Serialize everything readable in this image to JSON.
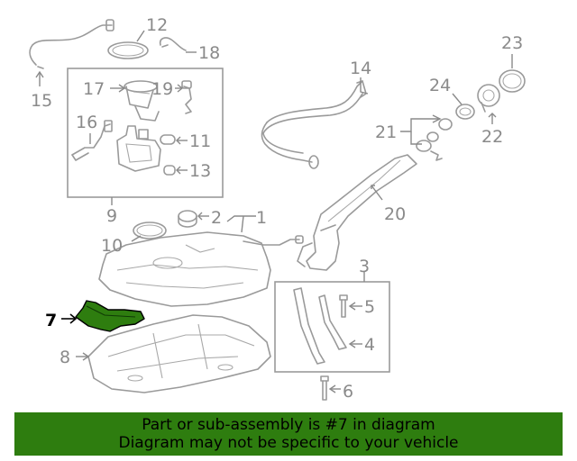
{
  "callouts": [
    {
      "id": "1",
      "label": "1"
    },
    {
      "id": "2",
      "label": "2"
    },
    {
      "id": "3",
      "label": "3"
    },
    {
      "id": "4",
      "label": "4"
    },
    {
      "id": "5",
      "label": "5"
    },
    {
      "id": "6",
      "label": "6"
    },
    {
      "id": "7",
      "label": "7"
    },
    {
      "id": "8",
      "label": "8"
    },
    {
      "id": "9",
      "label": "9"
    },
    {
      "id": "10",
      "label": "10"
    },
    {
      "id": "11",
      "label": "11"
    },
    {
      "id": "12",
      "label": "12"
    },
    {
      "id": "13",
      "label": "13"
    },
    {
      "id": "14",
      "label": "14"
    },
    {
      "id": "15",
      "label": "15"
    },
    {
      "id": "16",
      "label": "16"
    },
    {
      "id": "17",
      "label": "17"
    },
    {
      "id": "18",
      "label": "18"
    },
    {
      "id": "19",
      "label": "19"
    },
    {
      "id": "20",
      "label": "20"
    },
    {
      "id": "21",
      "label": "21"
    },
    {
      "id": "22",
      "label": "22"
    },
    {
      "id": "23",
      "label": "23"
    }
  ],
  "highlight_part": "7",
  "colors": {
    "highlight_fill": "#2e7d0f",
    "banner_bg": "#2e7d0f",
    "line": "#9a9a9a"
  },
  "banner": {
    "line1": "Part or sub-assembly is #7 in diagram",
    "line2": "Diagram may not be specific to your vehicle"
  }
}
